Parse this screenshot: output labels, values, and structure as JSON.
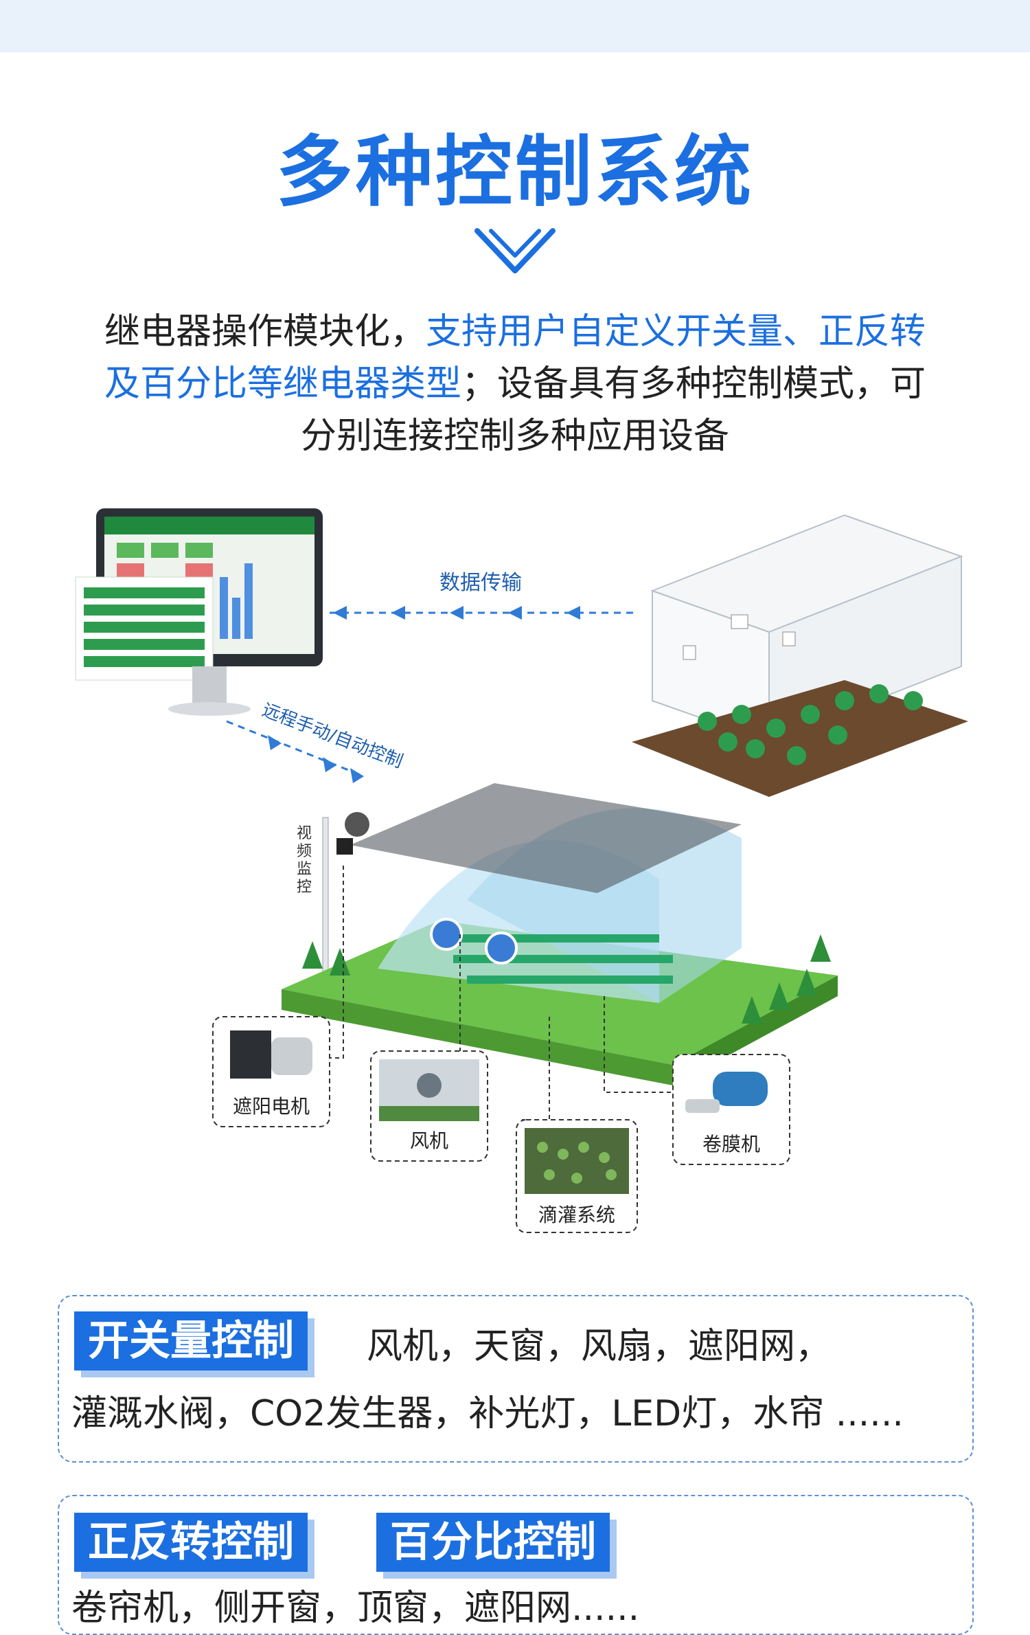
{
  "title": "多种控制系统",
  "description": {
    "part1": "继电器操作模块化，",
    "part2": "支持用户自定义开关量、正反转及百分比等继电器类型",
    "part3": "；设备具有多种控制模式，可分别连接控制多种应用设备"
  },
  "diagram": {
    "data_transfer": "数据传输",
    "remote_control": "远程手动/自动控制",
    "video": "视频监控",
    "shade_motor": "遮阳电机",
    "fan": "风机",
    "drip": "滴灌系统",
    "film_roller": "卷膜机"
  },
  "cards": [
    {
      "tags": [
        "开关量控制"
      ],
      "line1": "风机，天窗，风扇，遮阳网，",
      "line2": "灌溉水阀，CO2发生器，补光灯，LED灯，水帘 ......"
    },
    {
      "tags": [
        "正反转控制",
        "百分比控制"
      ],
      "line1": "卷帘机，侧开窗，顶窗，遮阳网......"
    }
  ],
  "colors": {
    "accent": "#1b6fe0",
    "accent_light": "#a9c9f2",
    "band": "#e9f1fb"
  }
}
